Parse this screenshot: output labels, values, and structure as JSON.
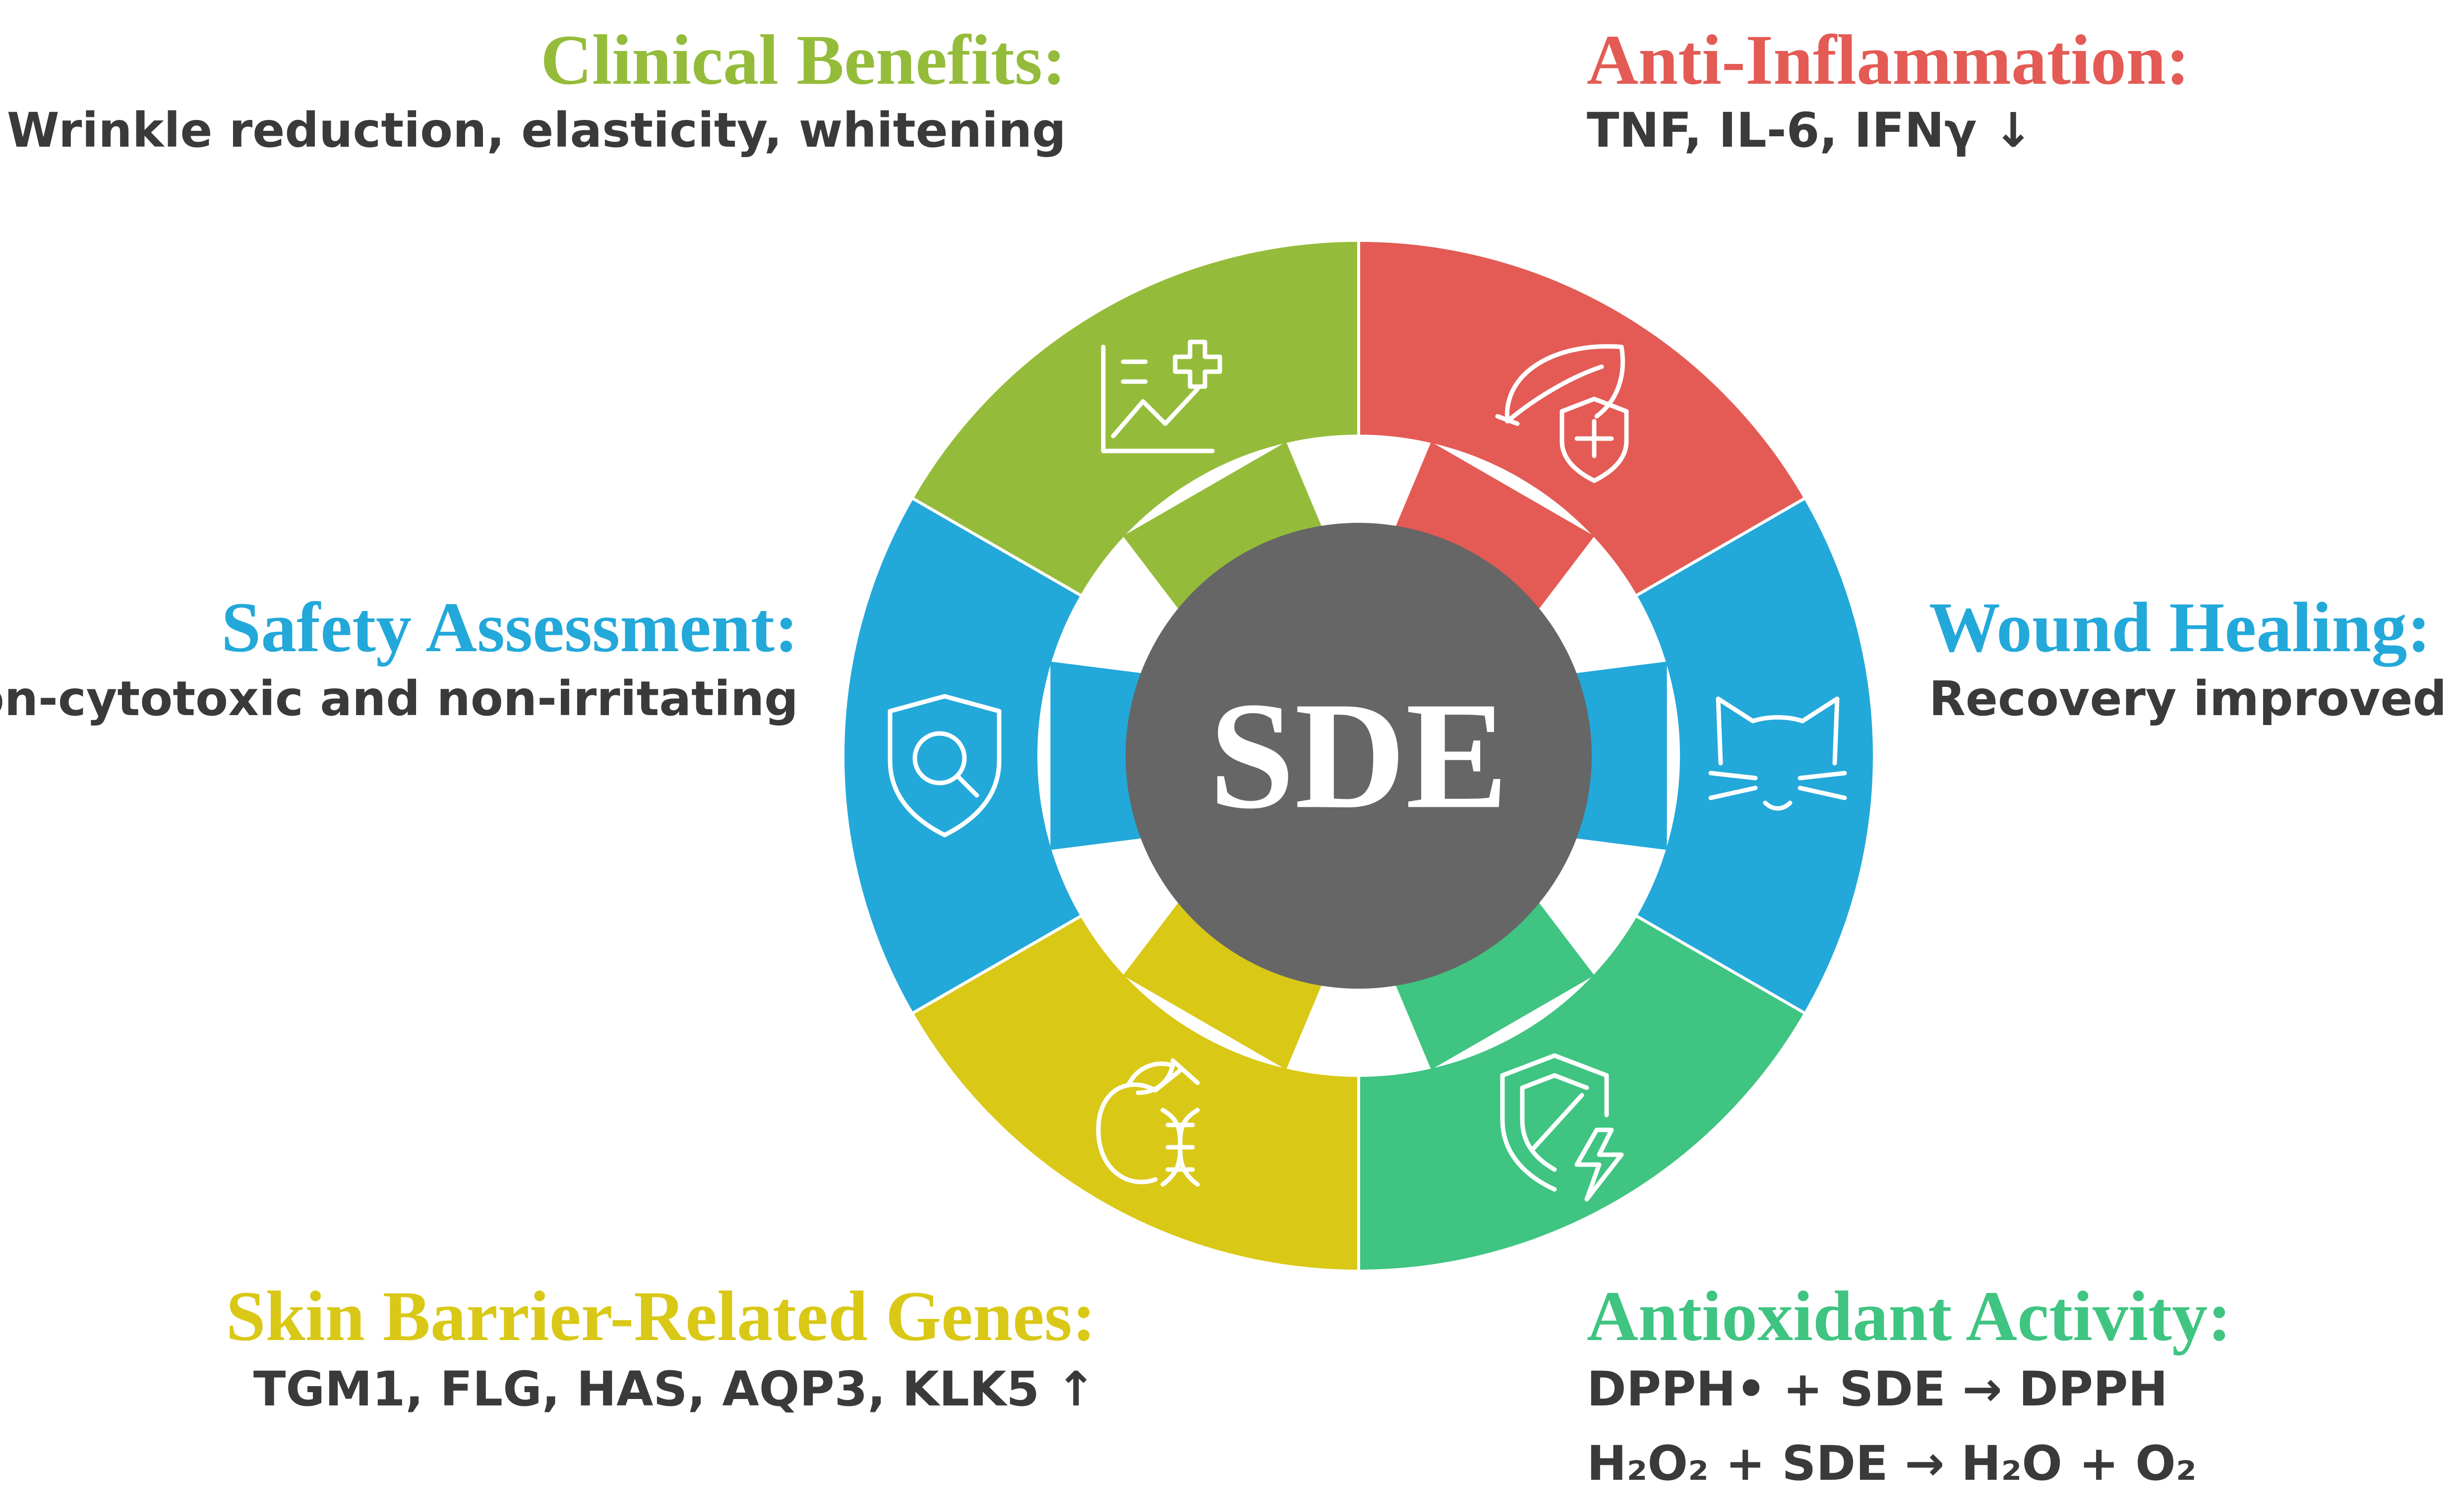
{
  "center": {
    "label": "SDE",
    "color": "#666666"
  },
  "colors": {
    "green": "#94bc3a",
    "red": "#e35b54",
    "blue": "#23a8da",
    "teal": "#3fc481",
    "yellow": "#d9c816",
    "text_dark": "#3a3a3a"
  },
  "segments": [
    {
      "key": "clinical",
      "title": "Clinical Benefits:",
      "description": "Wrinkle reduction, elasticity, whitening",
      "color": "#94bc3a",
      "icon": "chart-plus-icon"
    },
    {
      "key": "anti_inflammation",
      "title": "Anti-Inflammation:",
      "description": "TNF, IL-6, IFNγ ↓",
      "color": "#e35b54",
      "icon": "leaf-shield-icon"
    },
    {
      "key": "wound_healing",
      "title": "Wound Healing:",
      "description": "Recovery improved",
      "color": "#23a8da",
      "icon": "cat-face-icon"
    },
    {
      "key": "antioxidant",
      "title": "Antioxidant Activity:",
      "description_lines": [
        "DPPH• + SDE → DPPH",
        "H₂O₂ + SDE → H₂O + O₂"
      ],
      "color": "#3fc481",
      "icon": "shield-lightning-icon"
    },
    {
      "key": "skin_barrier",
      "title": "Skin Barrier-Related Genes:",
      "description": "TGM1, FLG, HAS, AQP3, KLK5 ↑",
      "color": "#d9c816",
      "icon": "apple-dna-icon"
    },
    {
      "key": "safety",
      "title": "Safety Assessment:",
      "description": "Non-cytotoxic and non-irritating",
      "color": "#23a8da",
      "icon": "shield-search-icon"
    }
  ]
}
